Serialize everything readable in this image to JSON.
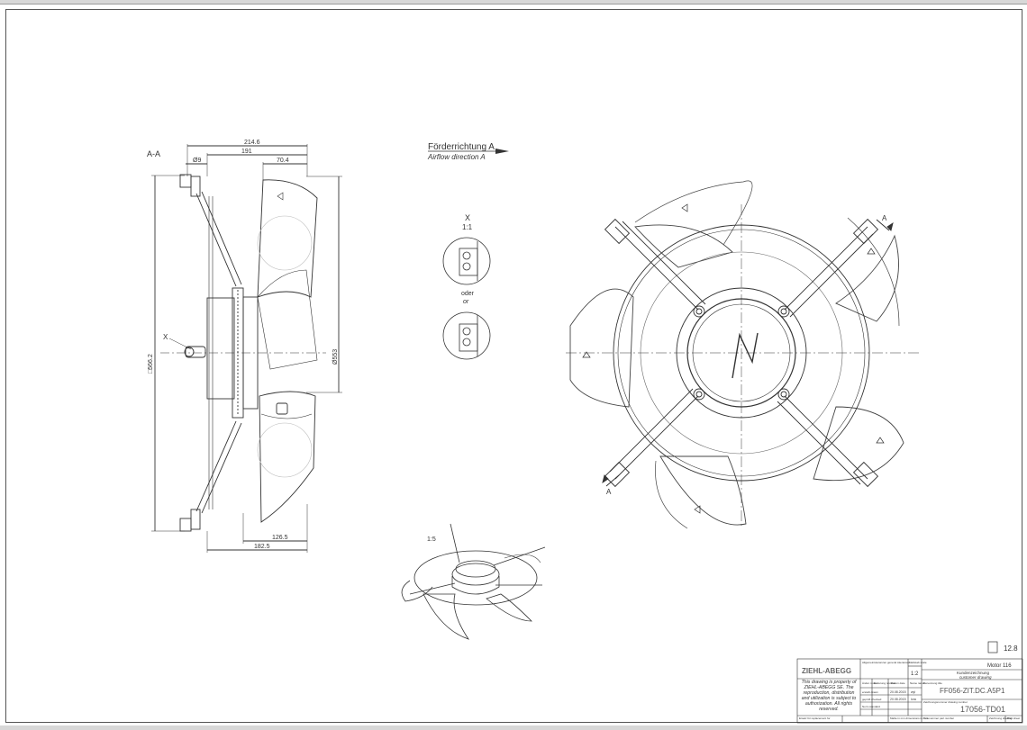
{
  "section_label": "A-A",
  "dims_side": {
    "d1": "214.6",
    "d2": "191",
    "d3": "Ø9",
    "d4": "70.4",
    "d5": "126.5",
    "d6": "182.5",
    "d7": "Ø553",
    "d8": "□566.2",
    "x_marker": "X"
  },
  "airflow": {
    "de": "Förderrichtung A",
    "en": "Airflow direction A"
  },
  "detail": {
    "title": "X",
    "scale": "1:1",
    "or_de": "oder",
    "or_en": "or"
  },
  "section_arrows": {
    "top": "A",
    "bottom": "A"
  },
  "iso_scale": "1:5",
  "roughness": "12.8",
  "title_block": {
    "company": "ZIEHL-ABEGG",
    "tolerance_label": "Allgemeintoleranzen general tolerances",
    "scale_label": "Maßstab scale",
    "scale": "1:2",
    "motor": "Motor 116",
    "drawing_type_de": "Kundenzeichnung",
    "drawing_type_en": "customer drawing",
    "designation_label": "Benennung title",
    "designation": "FF056-ZIT.DC.A5P1",
    "property_note": "This drawing is property of ZIEHL-ABEGG SE. The reproduction, distribution and utilization is subject to authorization. All rights reserved.",
    "col_change": "Änder. index",
    "col_notice": "Änderung revision",
    "col_date": "Datum date",
    "col_name": "Name name",
    "drawn_label": "erstellt drawn",
    "checked_label": "geprüft checked",
    "standard_label": "Norm standard",
    "drawn_date": "20.08.2015",
    "drawn_name": "wyl",
    "checked_date": "20.08.2015",
    "checked_name": "lora",
    "drawing_no_label": "Zeichnungsnummer drawing number",
    "drawing_no": "17056-TD01",
    "replace_label": "Ersatz für replacement for",
    "dims_note": "Maße in mm dimensions in mm",
    "part_label": "Teilenummer part number",
    "sheet_label": "Zeichnung drawing",
    "sheet_label2": "Blatt sheet"
  }
}
